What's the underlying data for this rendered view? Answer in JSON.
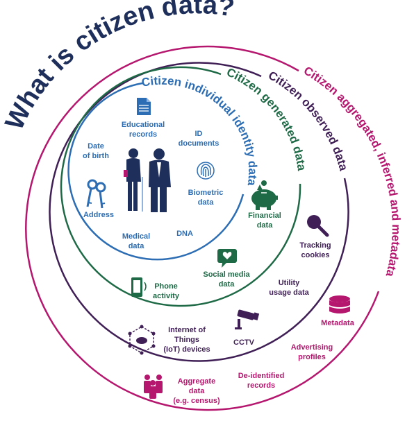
{
  "title": "What is citizen data?",
  "rings": {
    "identity": {
      "label": "Citizen individual identity data",
      "color": "#2c6db3"
    },
    "generated": {
      "label": "Citizen generated data",
      "color": "#1f6a46"
    },
    "observed": {
      "label": "Citizen observed data",
      "color": "#3f1f55"
    },
    "aggregated": {
      "label": "Citizen aggregated, inferred and metadata",
      "color": "#b5166e"
    }
  },
  "identity_items": {
    "educational_records": "Educational\nrecords",
    "date_of_birth": "Date\nof birth",
    "id_documents": "ID\ndocuments",
    "address": "Address",
    "biometric_data": "Biometric\ndata",
    "medical_data": "Medical\ndata",
    "dna": "DNA"
  },
  "generated_items": {
    "financial_data": "Financial\ndata",
    "social_media_data": "Social media\ndata",
    "phone_activity": "Phone\nactivity"
  },
  "observed_items": {
    "tracking_cookies": "Tracking\ncookies",
    "utility_usage_data": "Utility\nusage data",
    "internet_of_things": "Internet of\nThings\n(IoT) devices",
    "cctv": "CCTV"
  },
  "aggregated_items": {
    "metadata": "Metadata",
    "advertising_profiles": "Advertising\nprofiles",
    "de_identified_records": "De-identified\nrecords",
    "aggregate_data": "Aggregate\ndata\n(e.g. census)"
  },
  "icons": [
    "document-icon",
    "people-icon",
    "fingerprint-icon",
    "keys-icon",
    "piggy-bank-icon",
    "chat-heart-icon",
    "phone-icon",
    "magnifier-icon",
    "cctv-camera-icon",
    "iot-hub-icon",
    "database-icon",
    "group-people-icon"
  ]
}
